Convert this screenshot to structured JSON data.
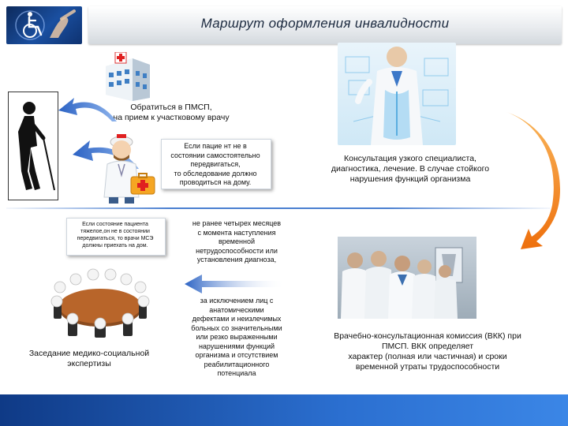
{
  "header": {
    "title": "Маршрут оформления инвалидности"
  },
  "texts": {
    "step_register": "Обратиться  в ПМСП,\nна прием к участковому врачу",
    "home_visit": "Если пацие нт  не в\nсостоянии самостоятельно\nпередвигаться,\nто обследование должно\nпроводиться на дому.",
    "specialist": "Консультация узкого специалиста,\nдиагностика, лечение. В случае стойкого\nнарушения функций организма",
    "mse_home": "Если состояние пациента\nтяжелое,он не в состоянии\nпередвигаться, то врачи МСЭ\nдолжны приехать на дом.",
    "term_months": "не ранее четырех месяцев\nс момента наступления\nвременной\nнетрудоспособности или\nустановления диагноза,",
    "exceptions": "за исключением лиц с\nанатомическими\nдефектами и неизлечимых\nбольных со значительными\nили резко выраженными\nнарушениями функций\nорганизма и отсутствием\nреабилитационного\nпотенциала",
    "mse_meeting": "Заседание медико-социальной\nэкспертизы",
    "vkk": "Врачебно-консультационная комиссия (ВКК) при\nПМСП. ВКК определяет\nхарактер (полная или частичная) и сроки\nвременной утраты трудоспособности"
  },
  "colors": {
    "header_text": "#1c2a3f",
    "bar_blue": "#2b6fd0",
    "arrow_blue": "#3a78d6",
    "arrow_orange": "#f07c14"
  },
  "icons": {
    "logo": "wheelchair-icon",
    "person": "blind-person-icon",
    "hospital": "hospital-building-icon",
    "doctor": "doctor-with-kit-icon",
    "specialist": "doctor-hologram-icon",
    "team": "doctors-team-icon",
    "meeting": "round-table-icon"
  }
}
